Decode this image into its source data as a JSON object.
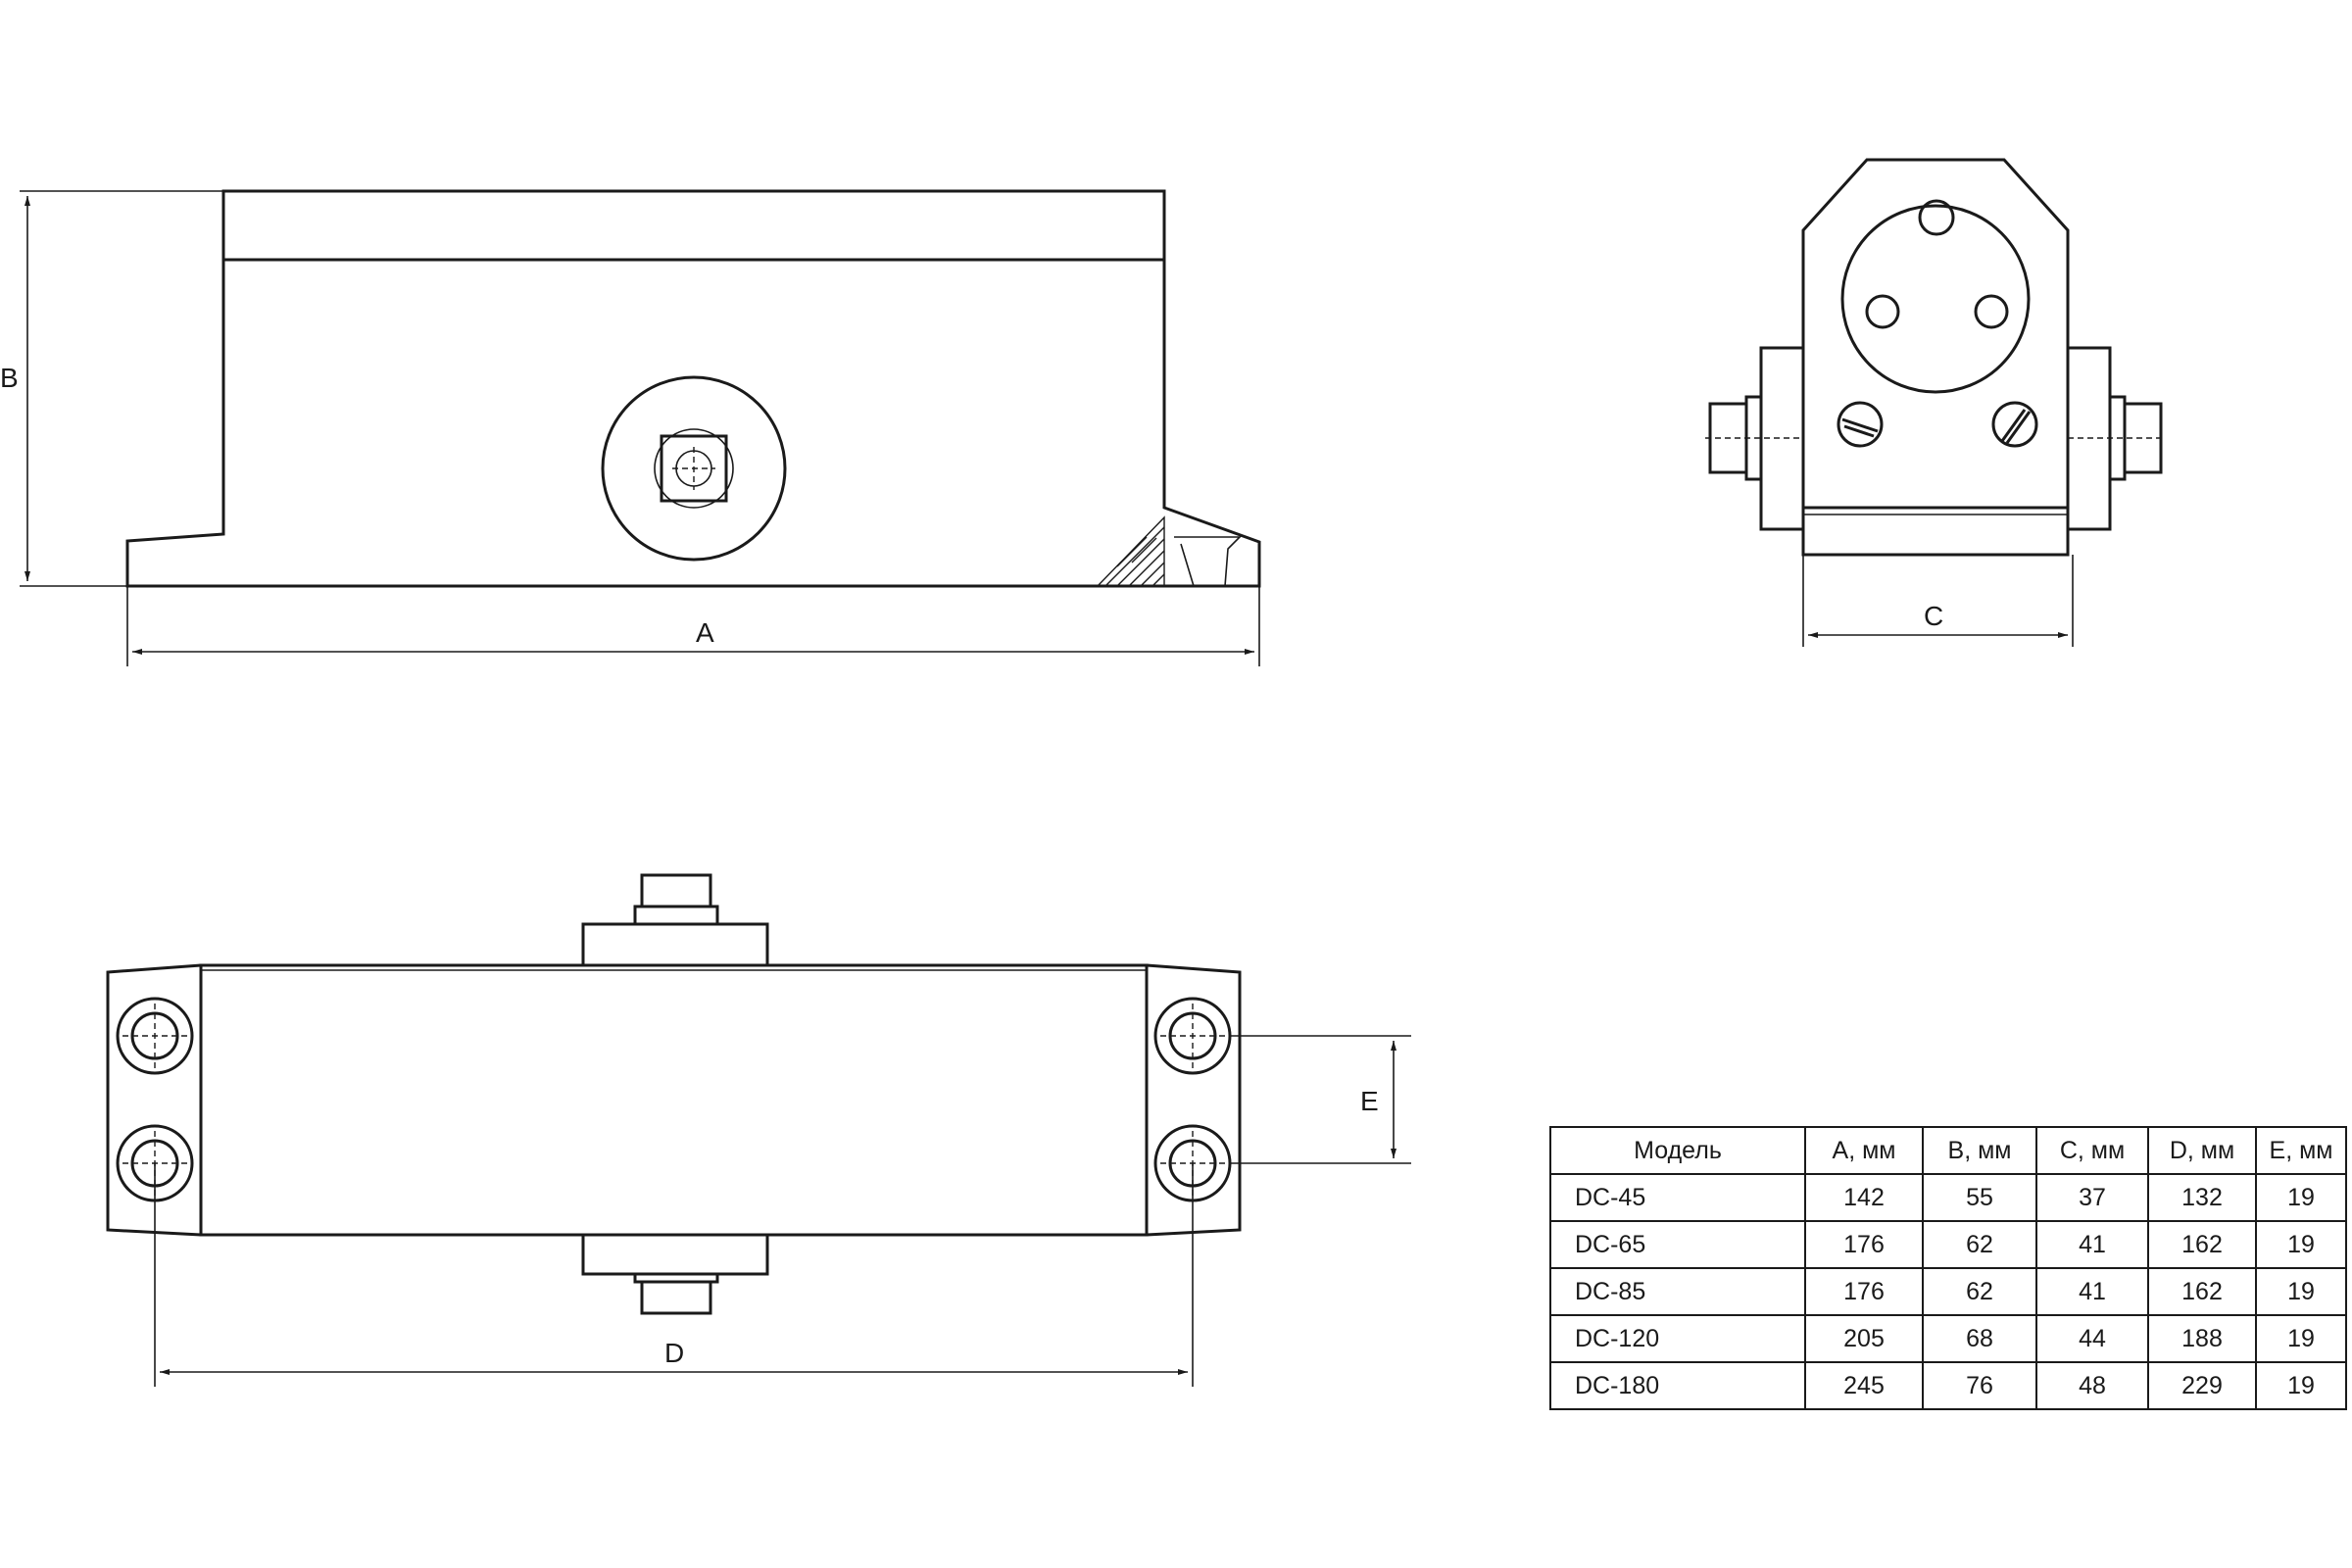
{
  "dimensions": {
    "a": "A",
    "b": "B",
    "c": "C",
    "d": "D",
    "e": "E"
  },
  "table": {
    "headers": [
      "Модель",
      "A, мм",
      "B, мм",
      "C, мм",
      "D, мм",
      "E, мм"
    ],
    "rows": [
      [
        "DC-45",
        "142",
        "55",
        "37",
        "132",
        "19"
      ],
      [
        "DC-65",
        "176",
        "62",
        "41",
        "162",
        "19"
      ],
      [
        "DC-85",
        "176",
        "62",
        "41",
        "162",
        "19"
      ],
      [
        "DC-120",
        "205",
        "68",
        "44",
        "188",
        "19"
      ],
      [
        "DC-180",
        "245",
        "76",
        "48",
        "229",
        "19"
      ]
    ]
  }
}
